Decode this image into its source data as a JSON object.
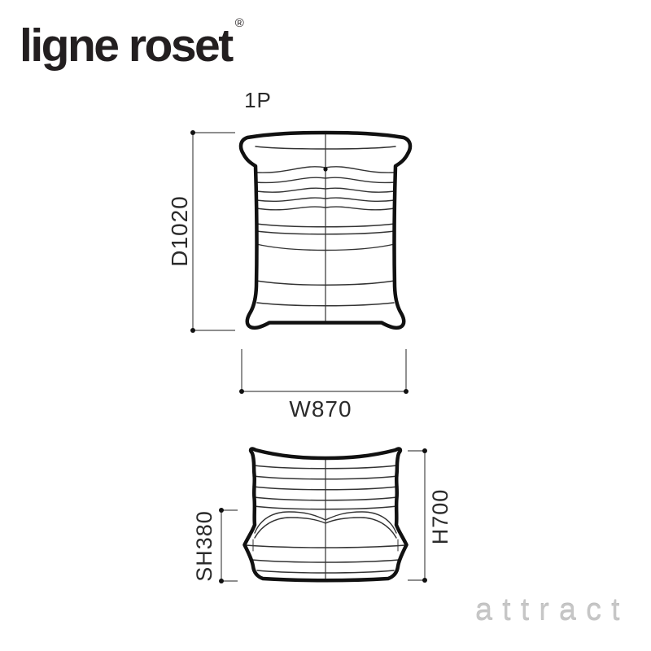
{
  "brand": {
    "logo_text": "ligne roset",
    "registered_mark": "®"
  },
  "product": {
    "variant_label": "1P"
  },
  "dimensions": {
    "depth": "D1020",
    "width": "W870",
    "seat_height": "SH380",
    "height": "H700"
  },
  "watermark": "attract",
  "colors": {
    "background": "#ffffff",
    "line_art": "#111111",
    "interior_lines": "#333333",
    "dimension_lines": "#4a4a4a",
    "label_text": "#2b2b2b",
    "watermark": "#c6c6c6"
  }
}
